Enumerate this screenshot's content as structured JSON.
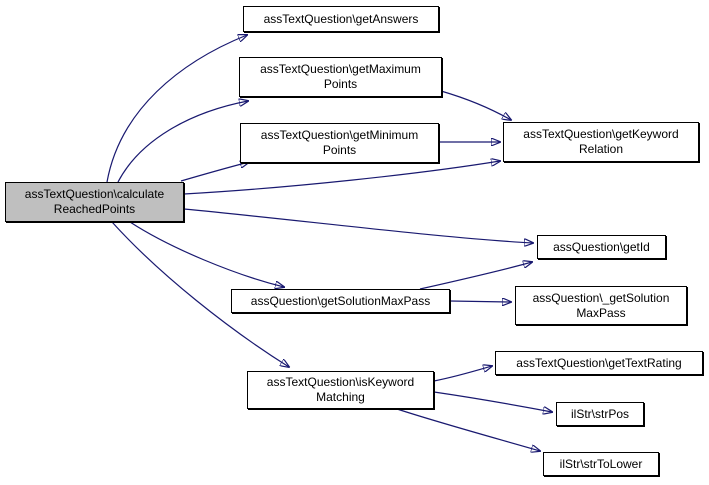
{
  "diagram": {
    "type": "call-graph",
    "edge_color": "#191970",
    "node_fill": "#ffffff",
    "highlight_fill": "#bfbfbf",
    "border_color": "#000000",
    "nodes": [
      {
        "id": "calculateReachedPoints",
        "label": "assTextQuestion\\calculateReachedPoints",
        "lines": [
          "assTextQuestion\\calculate",
          "ReachedPoints"
        ],
        "highlighted": true
      },
      {
        "id": "getAnswers",
        "label": "assTextQuestion\\getAnswers",
        "lines": [
          "assTextQuestion\\getAnswers"
        ],
        "highlighted": false
      },
      {
        "id": "getMaximumPoints",
        "label": "assTextQuestion\\getMaximumPoints",
        "lines": [
          "assTextQuestion\\getMaximum",
          "Points"
        ],
        "highlighted": false
      },
      {
        "id": "getMinimumPoints",
        "label": "assTextQuestion\\getMinimumPoints",
        "lines": [
          "assTextQuestion\\getMinimum",
          "Points"
        ],
        "highlighted": false
      },
      {
        "id": "getKeywordRelation",
        "label": "assTextQuestion\\getKeywordRelation",
        "lines": [
          "assTextQuestion\\getKeyword",
          "Relation"
        ],
        "highlighted": false
      },
      {
        "id": "getId",
        "label": "assQuestion\\getId",
        "lines": [
          "assQuestion\\getId"
        ],
        "highlighted": false
      },
      {
        "id": "getSolutionMaxPass",
        "label": "assQuestion\\getSolutionMaxPass",
        "lines": [
          "assQuestion\\getSolutionMaxPass"
        ],
        "highlighted": false
      },
      {
        "id": "_getSolutionMaxPass",
        "label": "assQuestion\\_getSolutionMaxPass",
        "lines": [
          "assQuestion\\_getSolution",
          "MaxPass"
        ],
        "highlighted": false
      },
      {
        "id": "isKeywordMatching",
        "label": "assTextQuestion\\isKeywordMatching",
        "lines": [
          "assTextQuestion\\isKeyword",
          "Matching"
        ],
        "highlighted": false
      },
      {
        "id": "getTextRating",
        "label": "assTextQuestion\\getTextRating",
        "lines": [
          "assTextQuestion\\getTextRating"
        ],
        "highlighted": false
      },
      {
        "id": "strPos",
        "label": "ilStr\\strPos",
        "lines": [
          "ilStr\\strPos"
        ],
        "highlighted": false
      },
      {
        "id": "strToLower",
        "label": "ilStr\\strToLower",
        "lines": [
          "ilStr\\strToLower"
        ],
        "highlighted": false
      }
    ],
    "edges": [
      {
        "from": "calculateReachedPoints",
        "to": "getAnswers"
      },
      {
        "from": "calculateReachedPoints",
        "to": "getMaximumPoints"
      },
      {
        "from": "calculateReachedPoints",
        "to": "getMinimumPoints"
      },
      {
        "from": "calculateReachedPoints",
        "to": "getKeywordRelation"
      },
      {
        "from": "calculateReachedPoints",
        "to": "getId"
      },
      {
        "from": "calculateReachedPoints",
        "to": "getSolutionMaxPass"
      },
      {
        "from": "calculateReachedPoints",
        "to": "isKeywordMatching"
      },
      {
        "from": "getMaximumPoints",
        "to": "getKeywordRelation"
      },
      {
        "from": "getMinimumPoints",
        "to": "getKeywordRelation"
      },
      {
        "from": "getSolutionMaxPass",
        "to": "getId"
      },
      {
        "from": "getSolutionMaxPass",
        "to": "_getSolutionMaxPass"
      },
      {
        "from": "isKeywordMatching",
        "to": "getTextRating"
      },
      {
        "from": "isKeywordMatching",
        "to": "strPos"
      },
      {
        "from": "isKeywordMatching",
        "to": "strToLower"
      }
    ]
  }
}
